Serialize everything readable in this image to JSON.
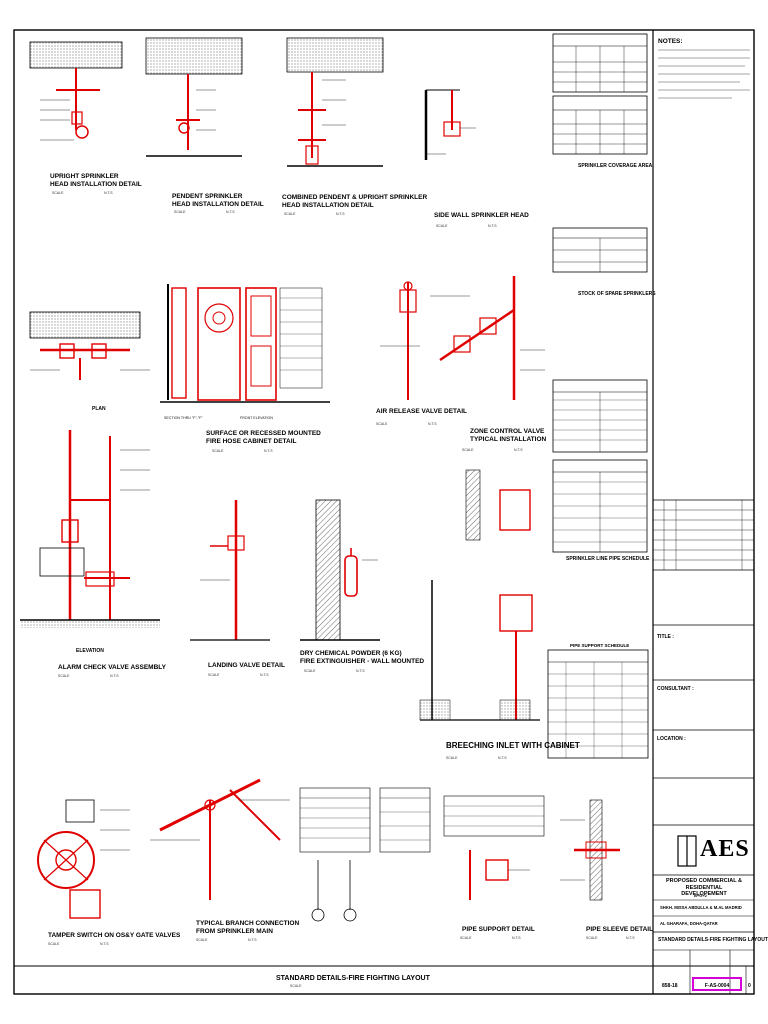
{
  "details": {
    "upright": "UPRIGHT SPRINKLER\nHEAD INSTALLATION DETAIL",
    "pendent": "PENDENT SPRINKLER\nHEAD INSTALLATION DETAIL",
    "combined": "COMBINED PENDENT & UPRIGHT SPRINKLER\nHEAD INSTALLATION DETAIL",
    "sidewall": "SIDE WALL SPRINKLER HEAD",
    "hose_cabinet": "SURFACE OR RECESSED MOUNTED\nFIRE HOSE CABINET DETAIL",
    "air_release": "AIR RELEASE VALVE DETAIL",
    "zone_control": "ZONE CONTROL VALVE\nTYPICAL INSTALLATION",
    "alarm_check": "ALARM CHECK VALVE ASSEMBLY",
    "landing_valve": "LANDING VALVE DETAIL",
    "extinguisher": "DRY CHEMICAL POWDER (6 KG)\nFIRE EXTINGUISHER - WALL MOUNTED",
    "breeching": "BREECHING INLET WITH CABINET",
    "tamper": "TAMPER SWITCH ON OS&Y GATE VALVES",
    "branch": "TYPICAL BRANCH CONNECTION\nFROM SPRINKLER MAIN",
    "pipe_support": "PIPE SUPPORT DETAIL",
    "pipe_sleeve": "PIPE SLEEVE DETAIL"
  },
  "view_labels": {
    "plan": "PLAN",
    "elevation": "ELEVATION",
    "section": "SECTION THRU \"F\"-\"F\"",
    "front": "FRONT ELEVATION"
  },
  "scale_text": "SCALE",
  "nts_text": "N.T.S",
  "schedules": {
    "coverage": "SPRINKLER COVERAGE AREA",
    "spares": "STOCK OF SPARE SPRINKLERS",
    "pipe": "SPRINKLER LINE PIPE SCHEDULE",
    "support": "PIPE SUPPORT SCHEDULE"
  },
  "notes_title": "NOTES:",
  "title_block": {
    "field_title": "TITLE :",
    "field_consultant": "CONSULTANT :",
    "field_location": "LOCATION :",
    "company": "AES",
    "project": "PROPOSED COMMERCIAL & RESIDENTIAL\nDEVELOPEMENT",
    "project_sub": "B+G+2",
    "owner": "SHKH. MISSA ABDULLA & M.AL MADRID",
    "location_text": "AL GHARAFA, DOHA-QATAR",
    "drawing_title": "STANDARD DETAILS-FIRE FIGHTING LAYOUT",
    "job_no": "858-18",
    "drawing_no": "F-AS-0004",
    "revision": "0"
  },
  "sheet_title": "STANDARD DETAILS-FIRE FIGHTING LAYOUT",
  "colors": {
    "line": "#000000",
    "pipe": "#e00000",
    "highlight": "#d400d4"
  }
}
